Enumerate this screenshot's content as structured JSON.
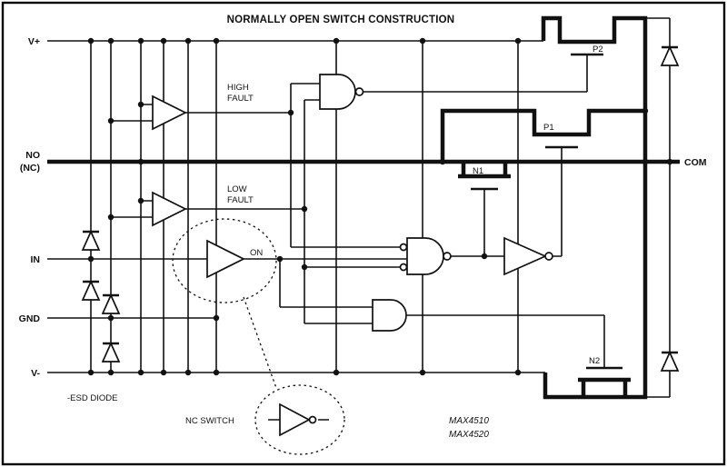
{
  "figure": {
    "title": "NORMALLY OPEN SWITCH CONSTRUCTION",
    "pins": {
      "v_plus": "V+",
      "no": "NO",
      "nc": "(NC)",
      "in": "IN",
      "gnd": "GND",
      "v_minus": "V-",
      "com": "COM"
    },
    "labels": {
      "high_fault_line1": "HIGH",
      "high_fault_line2": "FAULT",
      "low_fault_line1": "LOW",
      "low_fault_line2": "FAULT",
      "on": "ON",
      "p2": "P2",
      "p1": "P1",
      "n1": "N1",
      "n2": "N2",
      "esd_diode": "-ESD DIODE",
      "nc_switch": "NC SWITCH"
    },
    "part_numbers": {
      "line1": "MAX4510",
      "line2": "MAX4520"
    },
    "colors": {
      "ink": "#111111",
      "background": "#ffffff"
    }
  }
}
